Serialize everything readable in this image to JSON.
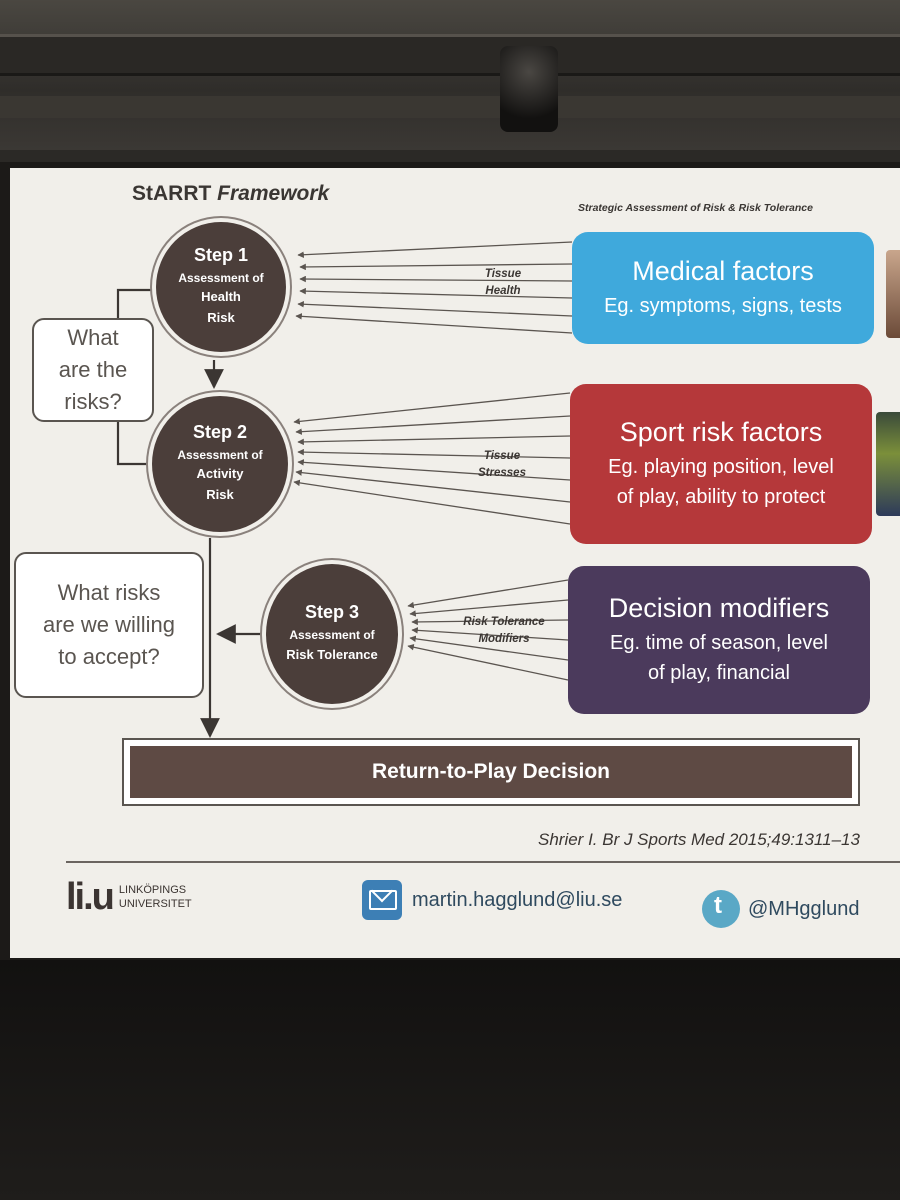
{
  "slide": {
    "title_main": "StARRT",
    "title_italic": "Framework",
    "subtitle": "Strategic Assessment of Risk & Risk Tolerance"
  },
  "steps": [
    {
      "title": "Step 1",
      "lines": [
        "Assessment of",
        "Health",
        "Risk"
      ]
    },
    {
      "title": "Step 2",
      "lines": [
        "Assessment of",
        "Activity",
        "Risk"
      ]
    },
    {
      "title": "Step 3",
      "lines": [
        "Assessment of",
        "Risk Tolerance"
      ]
    }
  ],
  "questions": {
    "risks": [
      "What",
      "are the",
      "risks?"
    ],
    "accept": [
      "What risks",
      "are we willing",
      "to accept?"
    ]
  },
  "connector_labels": {
    "tissue_health": [
      "Tissue",
      "Health"
    ],
    "tissue_stresses": [
      "Tissue",
      "Stresses"
    ],
    "risk_tolerance_modifiers": [
      "Risk Tolerance",
      "Modifiers"
    ]
  },
  "factors": [
    {
      "heading": "Medical factors",
      "body": [
        "Eg. symptoms, signs, tests"
      ],
      "color": "#3fa9dc"
    },
    {
      "heading": "Sport risk factors",
      "body": [
        "Eg. playing position, level",
        "of play, ability to protect"
      ],
      "color": "#b5383a"
    },
    {
      "heading": "Decision modifiers",
      "body": [
        "Eg. time of season, level",
        "of play, financial"
      ],
      "color": "#4b3a5c"
    }
  ],
  "decision": "Return-to-Play Decision",
  "citation": "Shrier I. Br J Sports Med 2015;49:1311–13",
  "footer": {
    "logo_mark": "li.u",
    "logo_line1": "LINKÖPINGS",
    "logo_line2": "UNIVERSITET",
    "email": "martin.hagglund@liu.se",
    "twitter": "@MHgglund"
  },
  "icons": [
    "mail-icon",
    "twitter-icon"
  ]
}
